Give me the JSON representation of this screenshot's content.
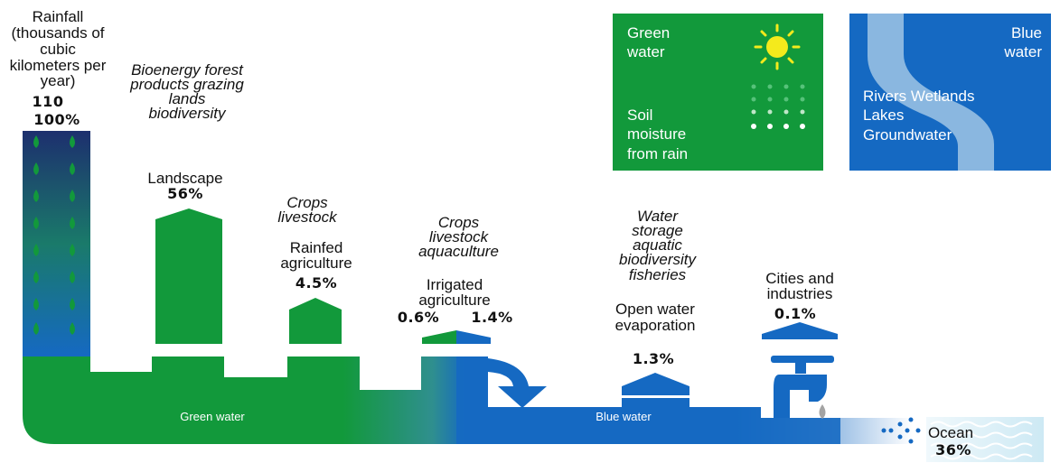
{
  "colors": {
    "green": "#12993b",
    "blue": "#1569c2",
    "light_blue": "#8ab7e0",
    "navy": "#1d2f6e",
    "yellow_sun": "#f4ea1c",
    "ocean_bg": "#cde9f4"
  },
  "rainfall": {
    "label": "Rainfall (thousands of cubic kilometers per year)",
    "value": "110",
    "percent": "100%"
  },
  "landscape": {
    "uses": "Bioenergy forest products grazing lands biodiversity",
    "label": "Landscape",
    "percent": "56%",
    "share": 56
  },
  "rainfed": {
    "uses": "Crops livestock",
    "label": "Rainfed agriculture",
    "percent": "4.5%",
    "share": 4.5
  },
  "irrigated": {
    "uses": "Crops livestock aquaculture",
    "label": "Irrigated agriculture",
    "percent_green": "0.6%",
    "percent_blue": "1.4%"
  },
  "open_water": {
    "uses": "Water storage aquatic biodiversity fisheries",
    "label": "Open water evaporation",
    "percent": "1.3%",
    "share": 1.3
  },
  "cities": {
    "label": "Cities and industries",
    "percent": "0.1%",
    "share": 0.1
  },
  "ocean": {
    "label": "Ocean",
    "percent": "36%",
    "share": 36
  },
  "flow_labels": {
    "green": "Green water",
    "blue": "Blue water"
  },
  "legend": {
    "green_box": {
      "title": "Green water",
      "desc": "Soil moisture from rain",
      "icon": "sun-icon"
    },
    "blue_box": {
      "title": "Blue water",
      "desc": "Rivers Wetlands Lakes Groundwater",
      "icon": "river-icon"
    }
  }
}
